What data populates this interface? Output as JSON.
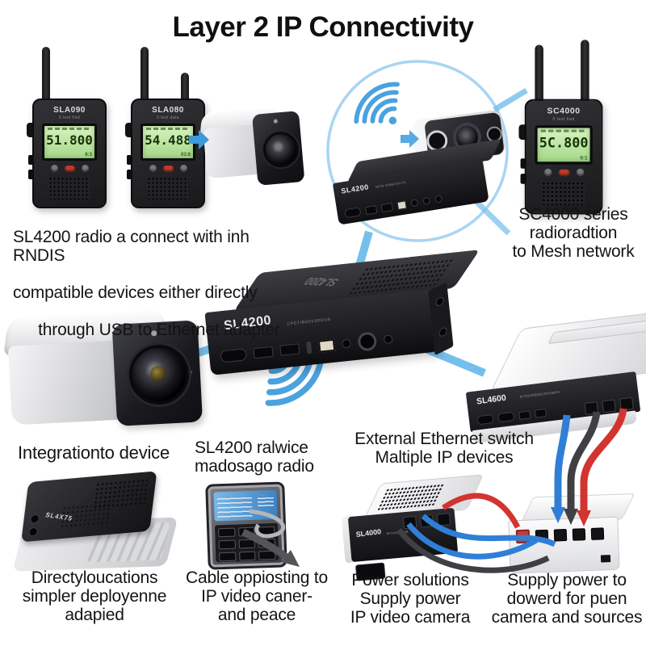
{
  "title": "Layer 2 IP Connectivity",
  "colors": {
    "accent_blue": "#58ace4",
    "circle_stroke": "#a8d5f2",
    "cable_blue": "#2f7fd6",
    "cable_red": "#d23430",
    "cable_dark": "#3f3f44",
    "lcd_green": "#bde8a1"
  },
  "icons": {
    "wifi": "wifi-arcs",
    "arrow_right": "solid right arrow",
    "arrow_down": "solid down arrow"
  },
  "devices": {
    "radio_left_1": {
      "label": "SLA090",
      "sub": "0 test find",
      "screen": "51.800",
      "screen_tag": "6:3"
    },
    "radio_left_2": {
      "label": "SLA080",
      "sub": "0 test data",
      "screen": "54.488",
      "screen_tag": "03:8"
    },
    "radio_right": {
      "label": "SC4000",
      "sub": "0 test bad",
      "screen": "5C.800",
      "screen_tag": "0:1"
    },
    "hub": {
      "label": "SL4200",
      "sub": "CPD7/B0DVSFDUS"
    },
    "circle_box": {
      "label": "SL4200",
      "sub": "NFW EMBHSHTA"
    },
    "switch": {
      "label": "SL4600",
      "sub": "8FRS4RB5B2RRSBRS"
    },
    "gateway": {
      "label": "SL4X75"
    },
    "io_device": {
      "label": "SL4000",
      "sub": "BYHASSBSSB"
    }
  },
  "captions": {
    "top_left_l1": "SL4200 radio a connect with inh RNDIS",
    "top_left_l2": "compatible devices either directly",
    "top_left_l3": "through USB to Ethernet adapter",
    "top_right": "SC4000 series\nradioradtion\nto Mesh network",
    "integration": "Integrationto device",
    "sl4200_radio": "SL4200 ralwice\nmadosago radio",
    "ethernet_switch": "External Ethernet switch\nMaltiple IP devices",
    "bottom_1": "Directyloucations\nsimpler deployenne\nadapied",
    "bottom_2": "Cable oppiosting to\nIP video caner-\nand peace",
    "bottom_3": "Power solutions\nSupply power\nIP video camera",
    "bottom_4": "Supply power to\ndowerd for puen\ncamera and sources"
  }
}
